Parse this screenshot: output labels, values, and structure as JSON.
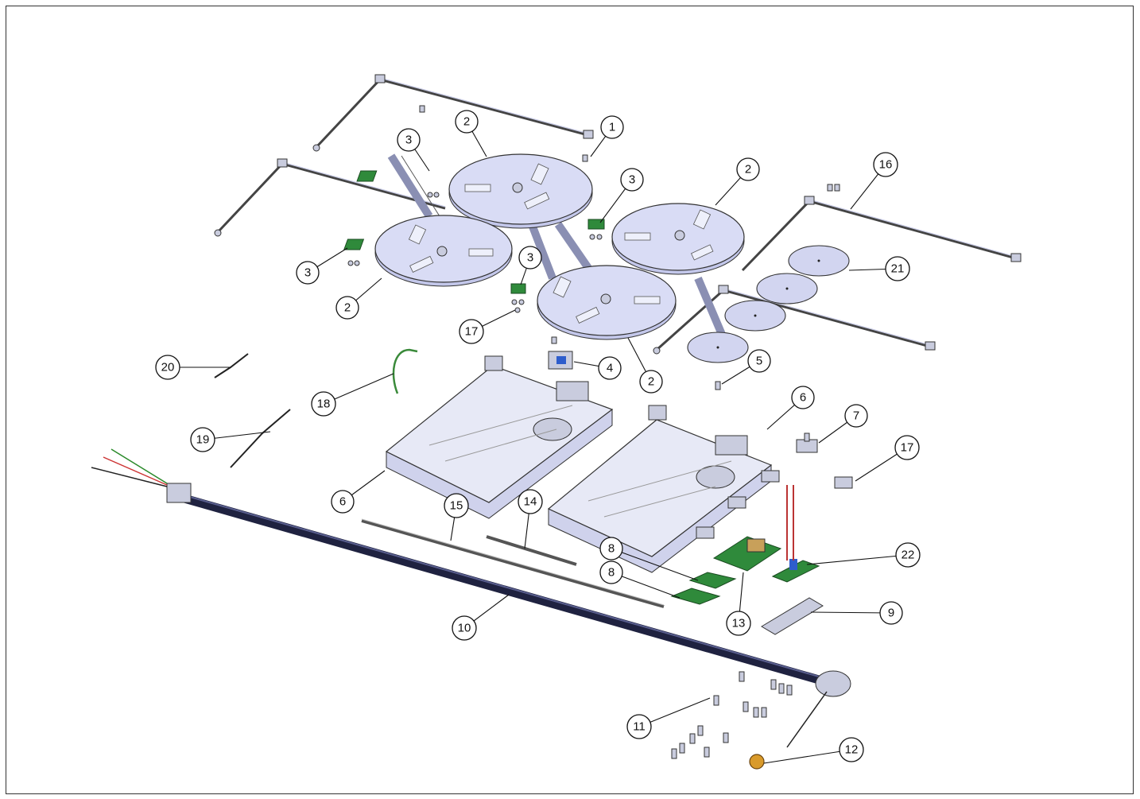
{
  "diagram": {
    "type": "exploded-parts-view",
    "callouts": [
      {
        "id": "c1",
        "label": "1"
      },
      {
        "id": "c2a",
        "label": "2"
      },
      {
        "id": "c2b",
        "label": "2"
      },
      {
        "id": "c2c",
        "label": "2"
      },
      {
        "id": "c2d",
        "label": "2"
      },
      {
        "id": "c3a",
        "label": "3"
      },
      {
        "id": "c3b",
        "label": "3"
      },
      {
        "id": "c3c",
        "label": "3"
      },
      {
        "id": "c3d",
        "label": "3"
      },
      {
        "id": "c4",
        "label": "4"
      },
      {
        "id": "c5",
        "label": "5"
      },
      {
        "id": "c6a",
        "label": "6"
      },
      {
        "id": "c6b",
        "label": "6"
      },
      {
        "id": "c7",
        "label": "7"
      },
      {
        "id": "c8a",
        "label": "8"
      },
      {
        "id": "c8b",
        "label": "8"
      },
      {
        "id": "c9",
        "label": "9"
      },
      {
        "id": "c10",
        "label": "10"
      },
      {
        "id": "c11",
        "label": "11"
      },
      {
        "id": "c12",
        "label": "12"
      },
      {
        "id": "c13",
        "label": "13"
      },
      {
        "id": "c14",
        "label": "14"
      },
      {
        "id": "c15",
        "label": "15"
      },
      {
        "id": "c16",
        "label": "16"
      },
      {
        "id": "c17a",
        "label": "17"
      },
      {
        "id": "c17b",
        "label": "17"
      },
      {
        "id": "c18",
        "label": "18"
      },
      {
        "id": "c19",
        "label": "19"
      },
      {
        "id": "c20",
        "label": "20"
      },
      {
        "id": "c21",
        "label": "21"
      },
      {
        "id": "c22",
        "label": "22"
      }
    ]
  }
}
